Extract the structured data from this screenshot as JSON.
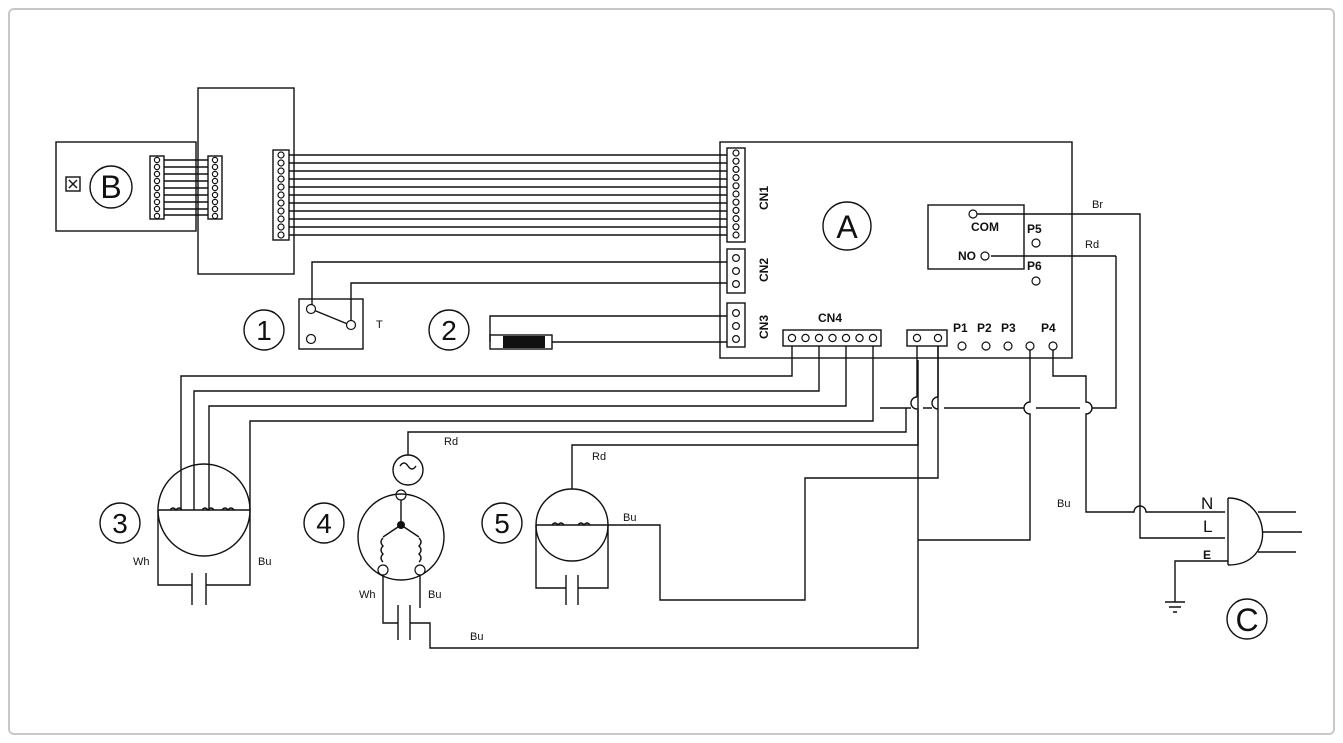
{
  "labels": {
    "A": "A",
    "B": "B",
    "C": "C",
    "n1": "1",
    "n2": "2",
    "n3": "3",
    "n4": "4",
    "n5": "5",
    "T": "T",
    "CN1": "CN1",
    "CN2": "CN2",
    "CN3": "CN3",
    "CN4": "CN4",
    "COM": "COM",
    "NO": "NO",
    "P1": "P1",
    "P2": "P2",
    "P3": "P3",
    "P4": "P4",
    "P5": "P5",
    "P6": "P6",
    "Br": "Br",
    "Rd": "Rd",
    "Wh": "Wh",
    "Bu": "Bu",
    "N": "N",
    "L": "L",
    "E": "E"
  }
}
